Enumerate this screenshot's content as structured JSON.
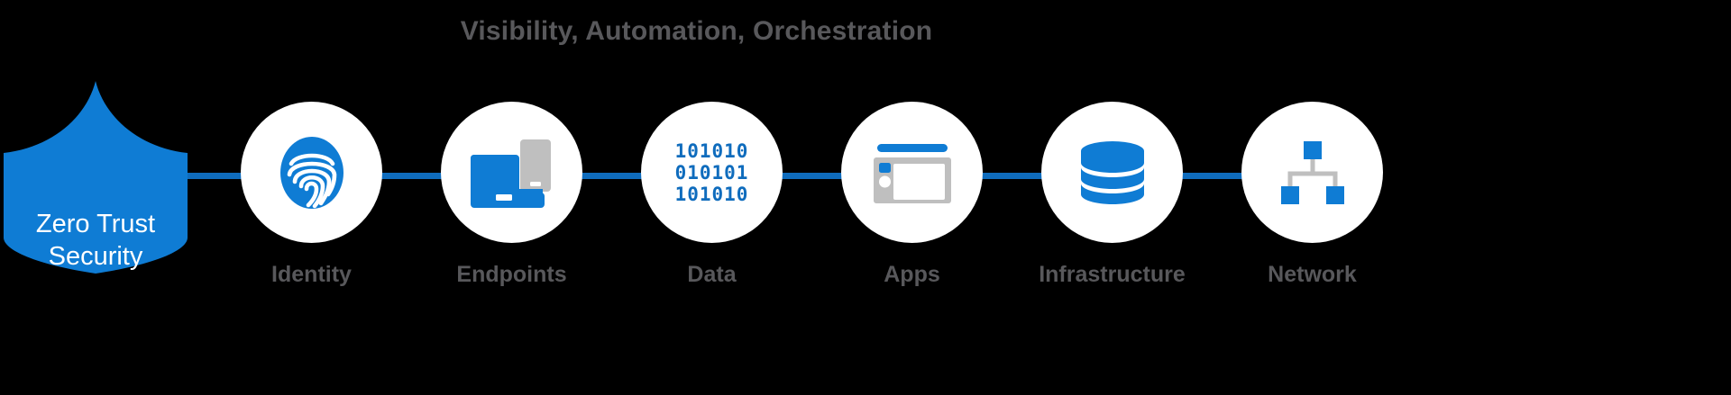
{
  "diagram": {
    "title": "Visibility, Automation, Orchestration",
    "background_color": "#000000",
    "accent_color": "#0f6cbd",
    "label_color": "#58585b",
    "circle_color": "#ffffff",
    "gray_icon_color": "#bfbfbf"
  },
  "shield": {
    "line1": "Zero Trust",
    "line2": "Security",
    "fill": "#0f7cd4",
    "text_color": "#ffffff"
  },
  "pillars": [
    {
      "id": "identity",
      "label": "Identity",
      "icon": "fingerprint-icon"
    },
    {
      "id": "endpoints",
      "label": "Endpoints",
      "icon": "devices-icon"
    },
    {
      "id": "data",
      "label": "Data",
      "icon": "binary-data-icon",
      "binary": {
        "row1": "101010",
        "row2": "010101",
        "row3": "101010"
      }
    },
    {
      "id": "apps",
      "label": "Apps",
      "icon": "app-window-icon"
    },
    {
      "id": "infrastructure",
      "label": "Infrastructure",
      "icon": "database-icon"
    },
    {
      "id": "network",
      "label": "Network",
      "icon": "network-topology-icon"
    }
  ]
}
